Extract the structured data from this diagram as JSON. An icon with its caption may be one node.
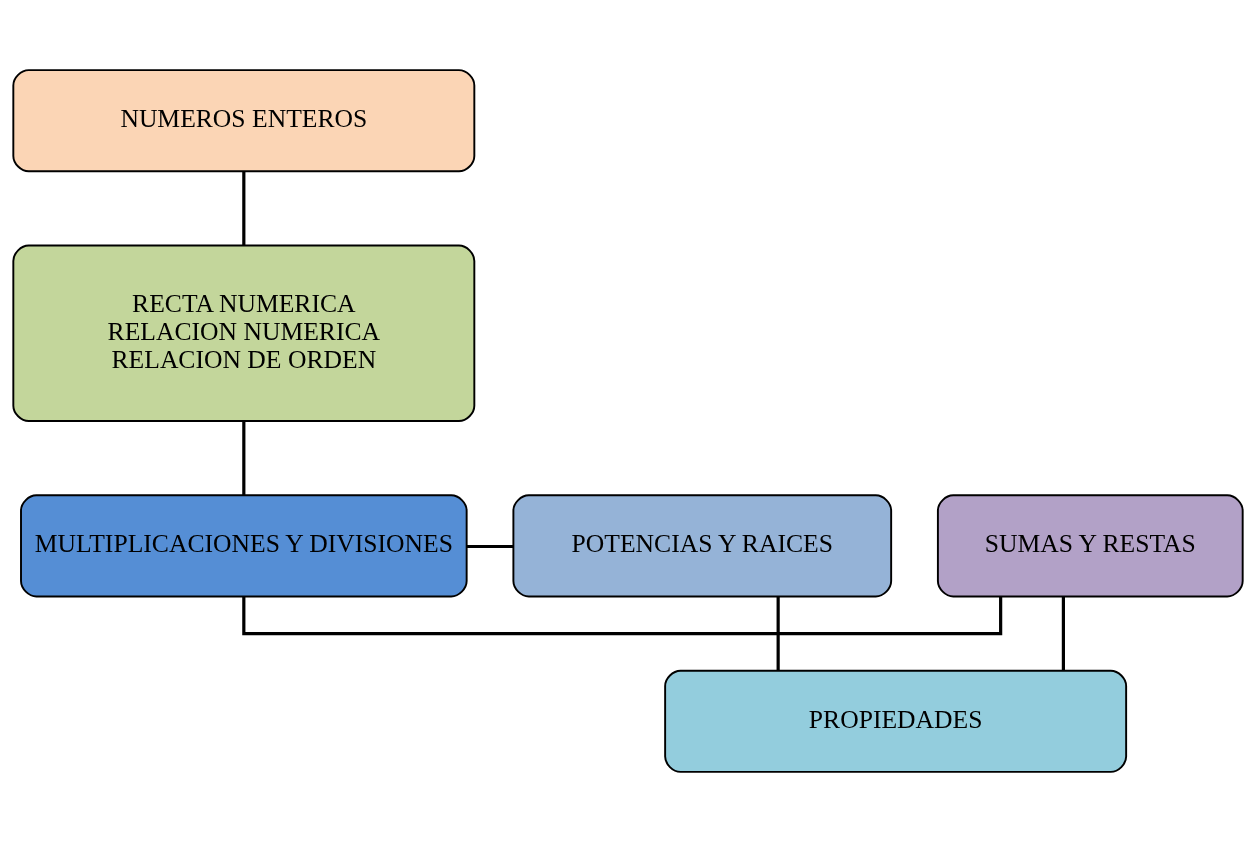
{
  "diagram": {
    "nodes": [
      {
        "text": [
          "NUMEROS ENTEROS"
        ]
      },
      {
        "text": [
          "RECTA NUMERICA",
          "RELACION NUMERICA",
          "RELACION DE ORDEN"
        ]
      },
      {
        "text": [
          "SUMAS Y RESTAS"
        ]
      },
      {
        "text": [
          "MULTIPLICACIONES Y DIVISIONES"
        ]
      },
      {
        "text": [
          "POTENCIAS Y RAICES"
        ]
      },
      {
        "text": [
          "PROPIEDADES"
        ]
      }
    ],
    "edges": [
      {
        "from": 0,
        "to": 1,
        "arrow": "none"
      },
      {
        "from": 1,
        "to": 3,
        "arrow": "none"
      },
      {
        "from": 2,
        "to": 3,
        "arrow": "none"
      },
      {
        "from": 3,
        "to": 4,
        "arrow": "none"
      },
      {
        "from": 2,
        "to": 5,
        "arrow": "none"
      },
      {
        "from": 4,
        "to": 5,
        "arrow": "none"
      }
    ]
  }
}
